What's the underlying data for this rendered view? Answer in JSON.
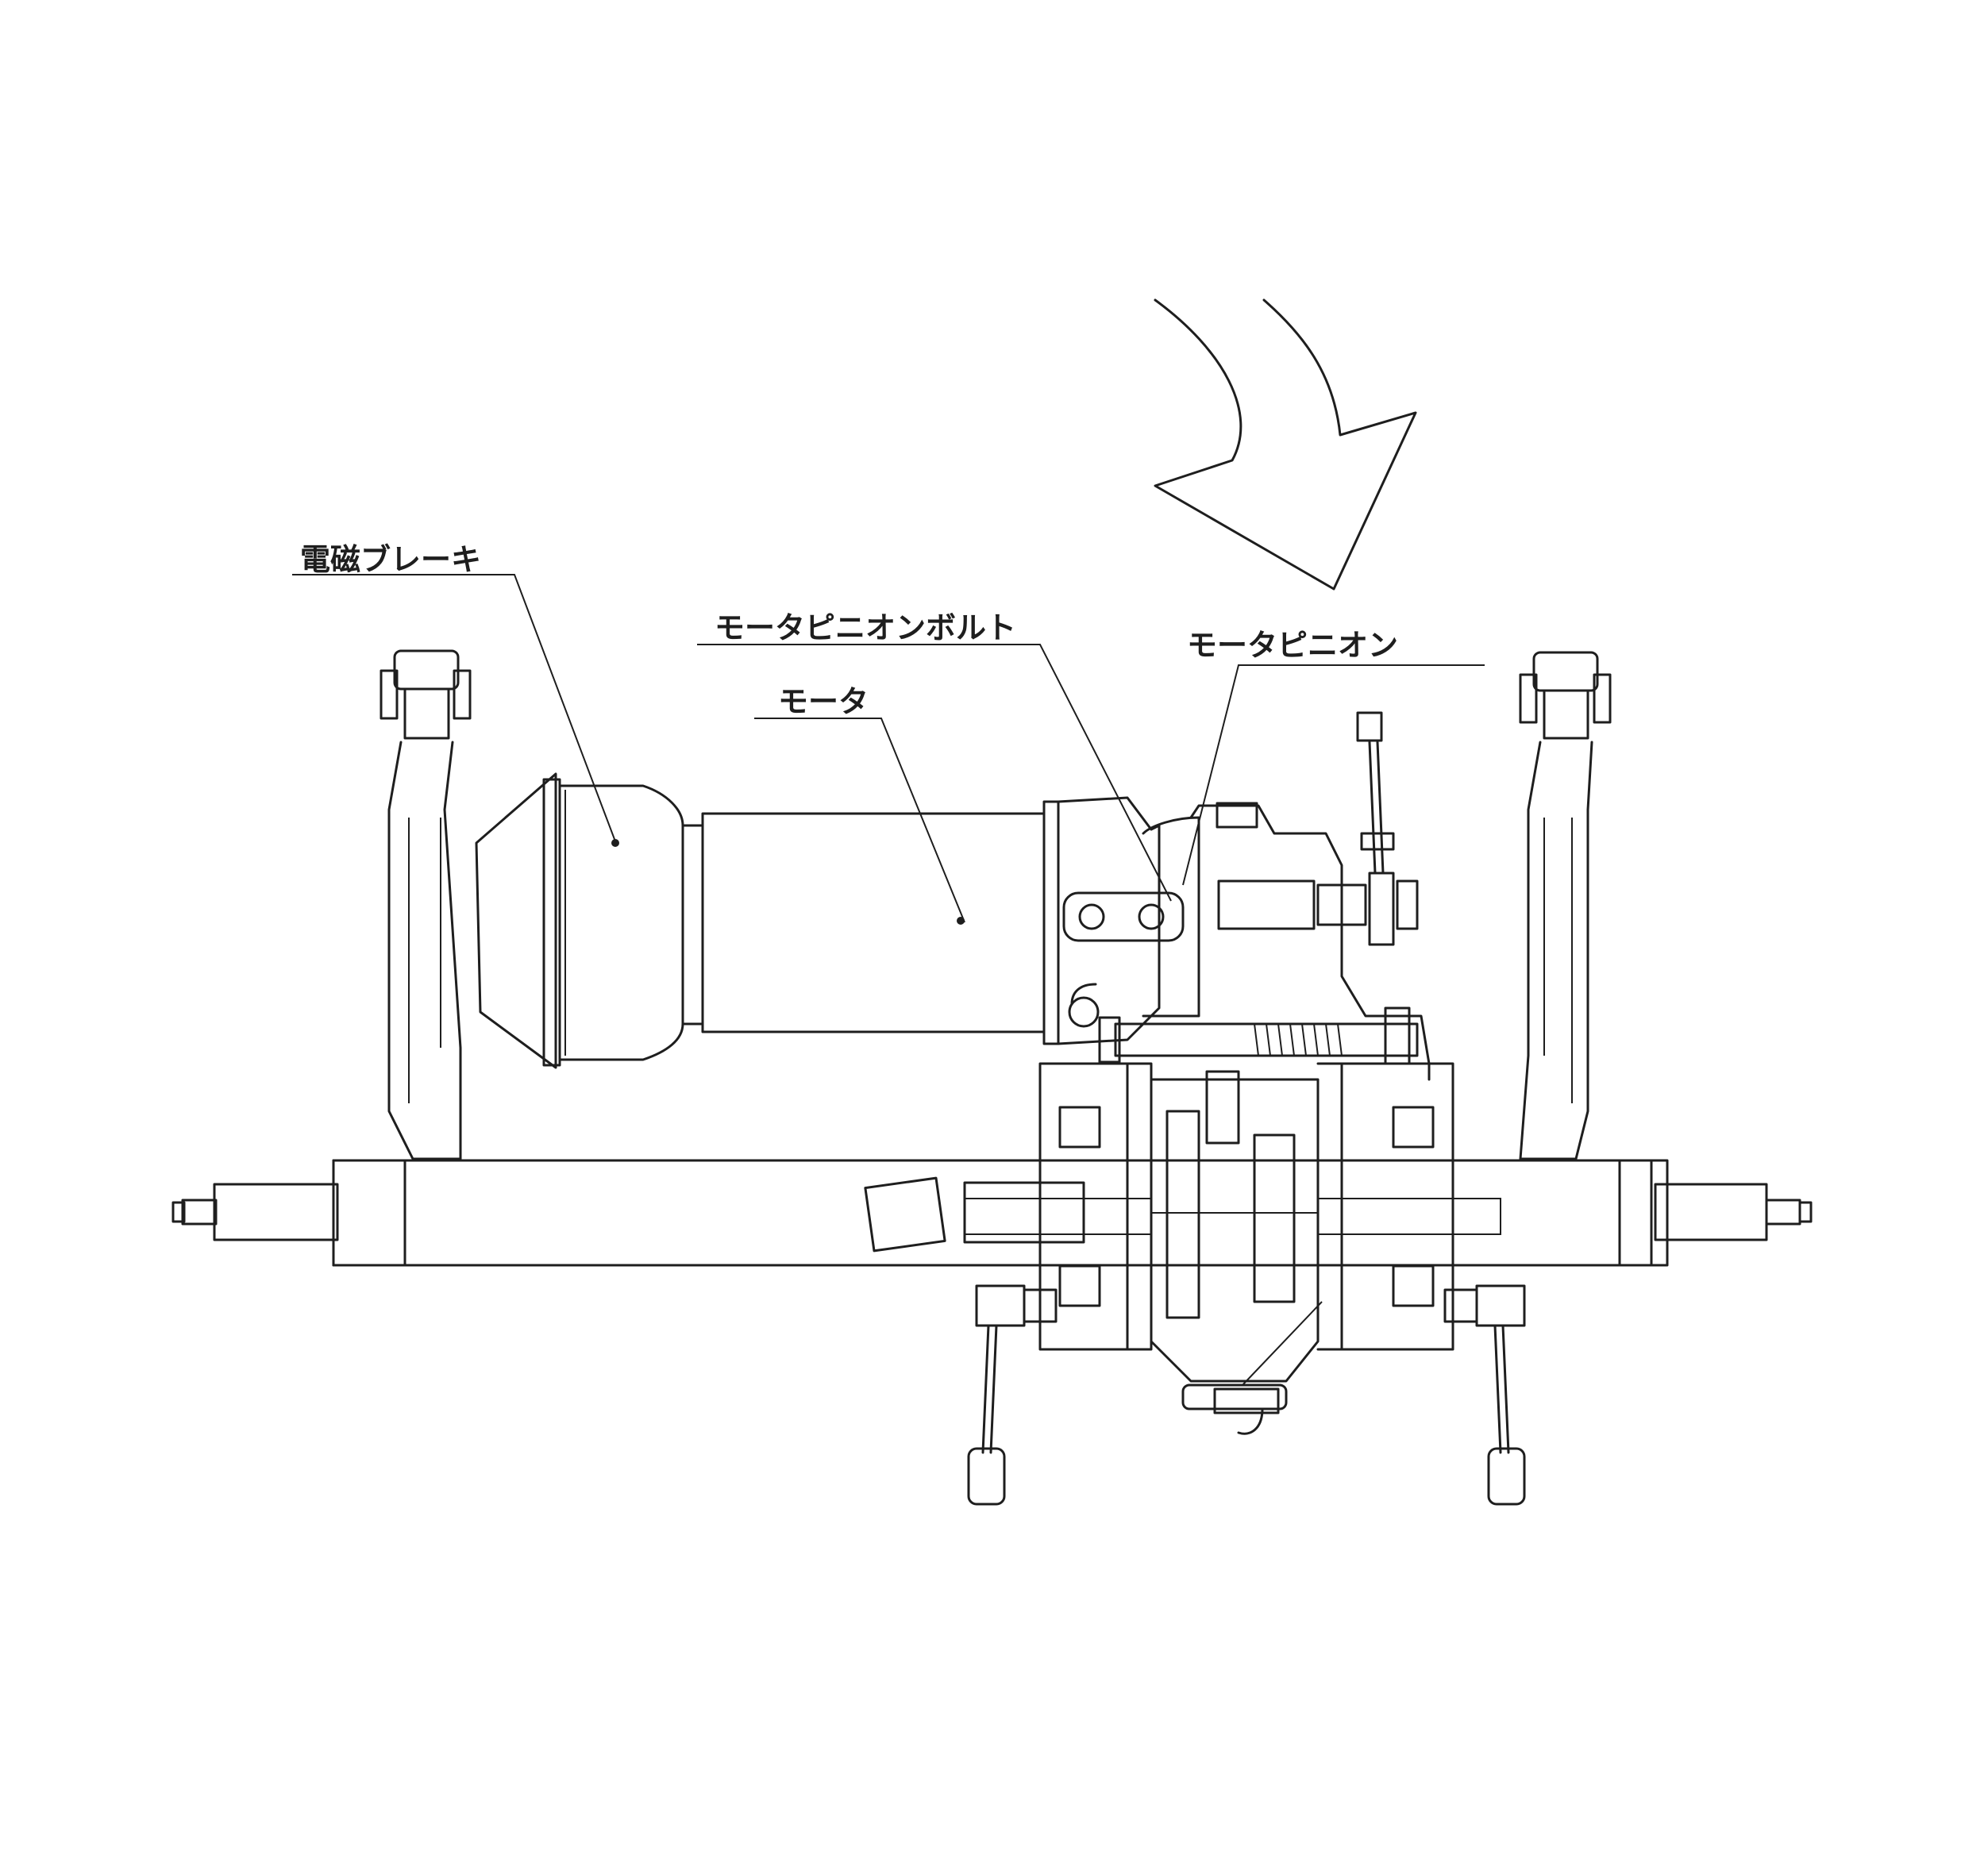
{
  "labels": {
    "electromagnetic_brake": "電磁ブレーキ",
    "motor_pinion_bolt": "モータピニオンボルト",
    "motor": "モータ",
    "motor_pinion": "モータピニオン"
  },
  "colors": {
    "line": "#1e1e1e",
    "background": "#ffffff"
  }
}
